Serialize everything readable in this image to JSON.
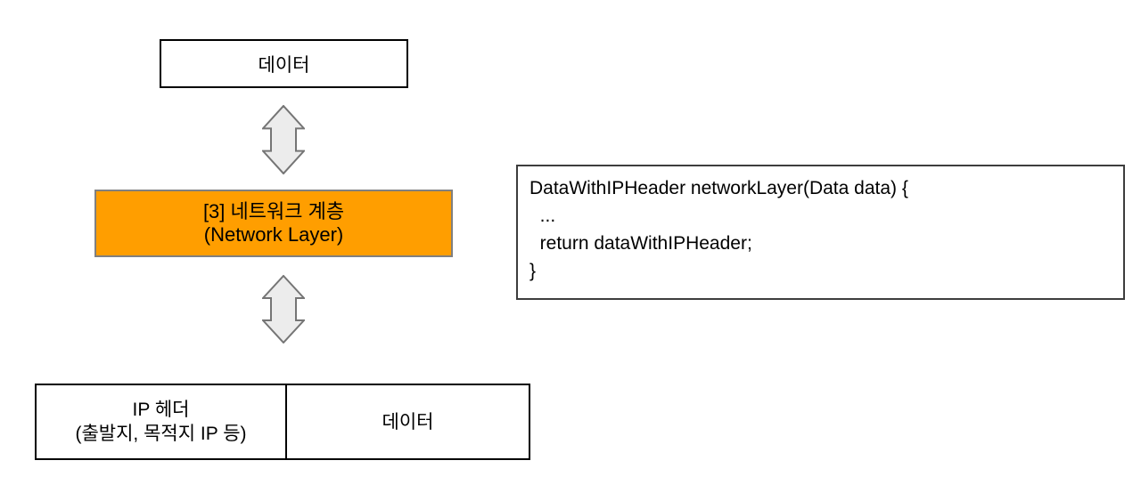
{
  "colors": {
    "network-layer-fill": "#FF9E00",
    "network-layer-border": "#808080",
    "arrow-fill": "#ECECEC",
    "arrow-stroke": "#757575",
    "box-border": "#000000",
    "code-border": "#3D3D3D"
  },
  "top_data_box": {
    "label": "데이터"
  },
  "network_layer_box": {
    "title_ko": "[3] 네트워크 계층",
    "title_en": "(Network Layer)"
  },
  "code_block": {
    "lines": [
      "DataWithIPHeader networkLayer(Data data) {",
      "  ...",
      "  return dataWithIPHeader;",
      "}"
    ]
  },
  "packet_box": {
    "ip_header": {
      "line1": "IP 헤더",
      "line2": "(출발지, 목적지 IP 등)"
    },
    "data_label": "데이터"
  }
}
